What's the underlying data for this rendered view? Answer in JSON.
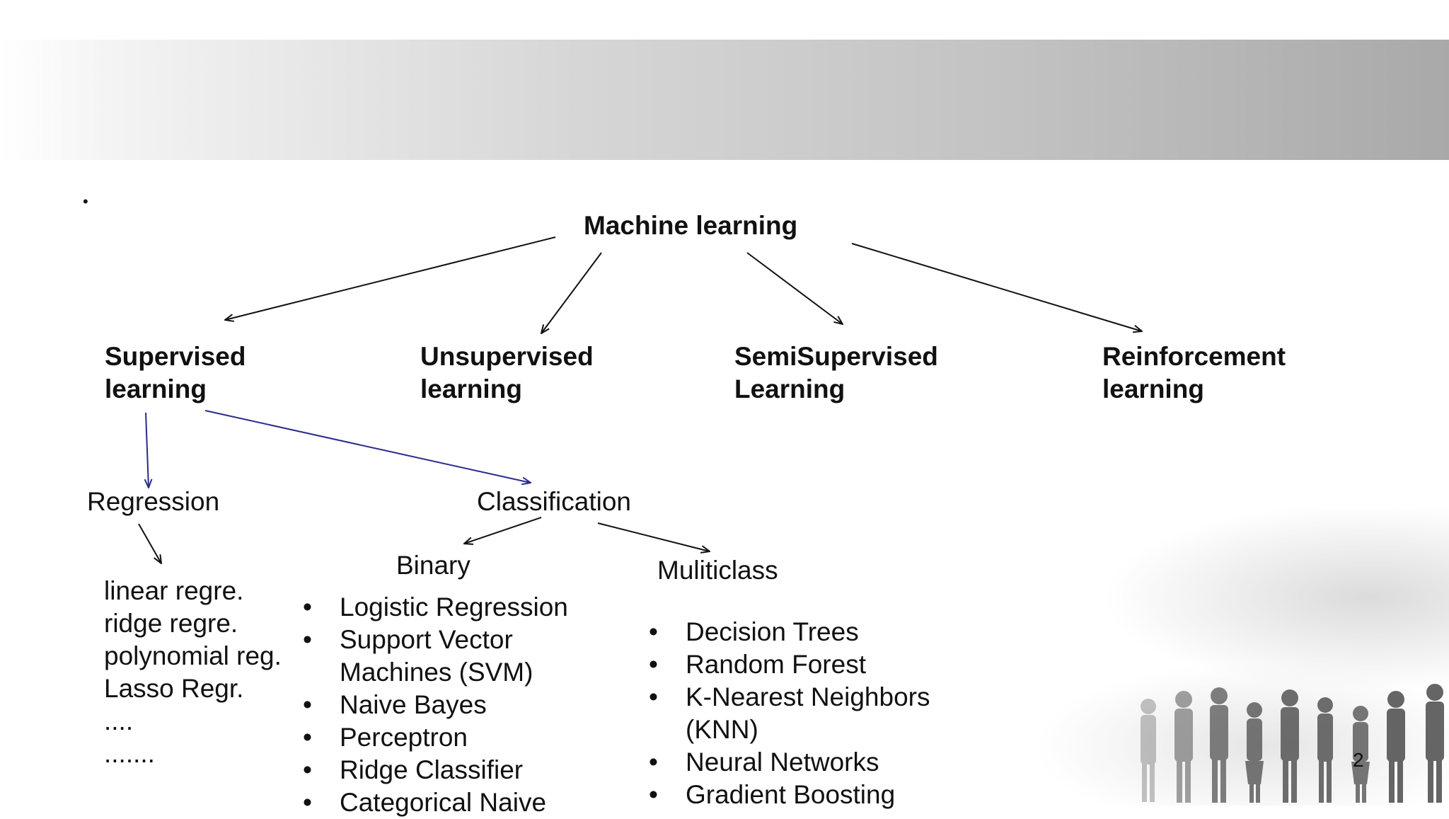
{
  "diagram": {
    "root": "Machine learning",
    "categories": [
      {
        "line1": "Supervised",
        "line2": "learning"
      },
      {
        "line1": "Unsupervised",
        "line2": "learning"
      },
      {
        "line1": "SemiSupervised",
        "line2": "Learning"
      },
      {
        "line1": "Reinforcement",
        "line2": "learning"
      }
    ],
    "regression": {
      "label": "Regression",
      "items": [
        "linear regre.",
        "ridge  regre.",
        "polynomial reg.",
        "Lasso Regr.",
        "....",
        "......."
      ]
    },
    "classification": {
      "label": "Classification",
      "binary": {
        "label": "Binary",
        "items": [
          "Logistic Regression",
          "Support Vector",
          "Machines (SVM)",
          "Naive Bayes",
          "Perceptron",
          "Ridge Classifier",
          "Categorical Naive"
        ]
      },
      "multiclass": {
        "label": "Muliticlass",
        "items": [
          "Decision Trees",
          "Random Forest",
          "K-Nearest Neighbors",
          "(KNN)",
          "Neural Networks",
          "Gradient Boosting"
        ]
      }
    }
  },
  "bullet_char": "•",
  "page_number": "2",
  "colors": {
    "black_arrow": "#111111",
    "blue_arrow": "#2b2b8c"
  }
}
